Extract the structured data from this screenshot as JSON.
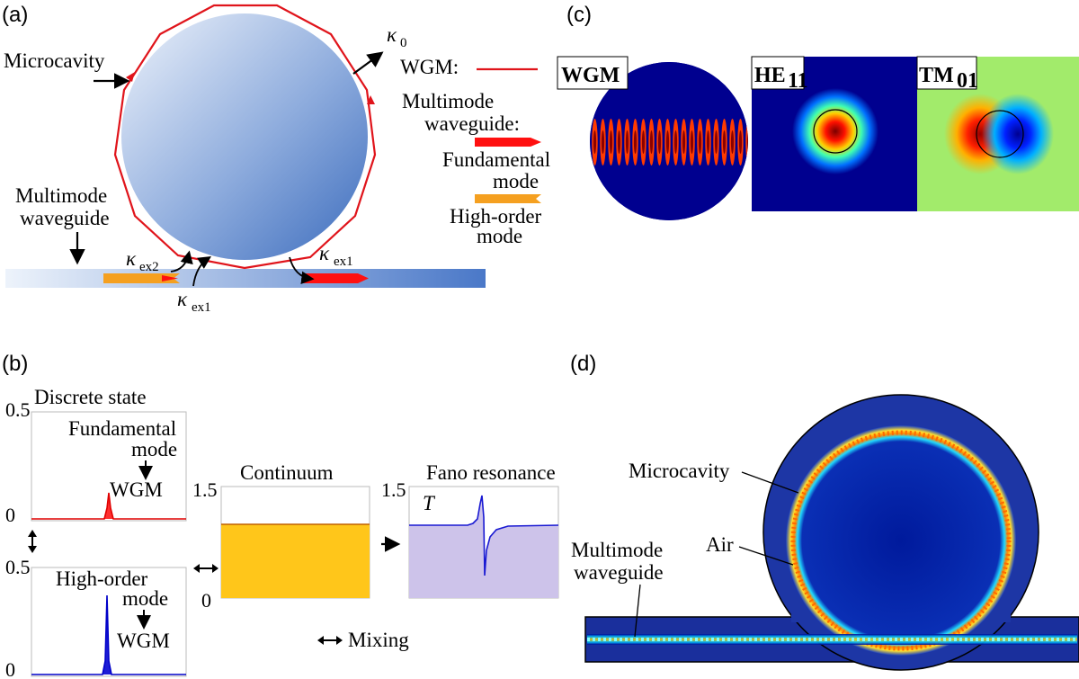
{
  "panel_a": {
    "label": "(a)",
    "microcavity": "Microcavity",
    "waveguide_line1": "Multimode",
    "waveguide_line2": "waveguide",
    "kappa": "κ",
    "kappa0_sub": "0",
    "kappa_ex2_sub": "ex2",
    "kappa_ex1_sub": "ex1",
    "legend": {
      "wgm": "WGM:",
      "mm_line1": "Multimode",
      "mm_line2": "waveguide:",
      "fund_line1": "Fundamental",
      "fund_line2": "mode",
      "high_line1": "High-order",
      "high_line2": "mode"
    }
  },
  "panel_b": {
    "label": "(b)",
    "discrete_state": "Discrete state",
    "fund_line1": "Fundamental",
    "fund_line2": "mode",
    "wgm": "WGM",
    "high_line1": "High-order",
    "high_line2": "mode",
    "continuum": "Continuum",
    "fano": "Fano resonance",
    "t_label": "T",
    "mixing": "Mixing",
    "tick_05": "0.5",
    "tick_0": "0",
    "tick_15": "1.5"
  },
  "panel_c": {
    "label": "(c)",
    "wgm": "WGM",
    "he": "HE",
    "he_sub": "11",
    "tm": "TM",
    "tm_sub": "01"
  },
  "panel_d": {
    "label": "(d)",
    "microcavity": "Microcavity",
    "air": "Air",
    "waveguide_line1": "Multimode",
    "waveguide_line2": "waveguide"
  },
  "colors": {
    "cavity_light": "#e3ecf8",
    "cavity_dark": "#4a78c4",
    "polygon": "#e0141b",
    "fundamental": "#ff1010",
    "high_order": "#f5a020",
    "continuum": "#ffc61a",
    "fano_fill": "#cdc3ea",
    "fano_line": "#1919d2",
    "field_bg": "#00008f"
  }
}
